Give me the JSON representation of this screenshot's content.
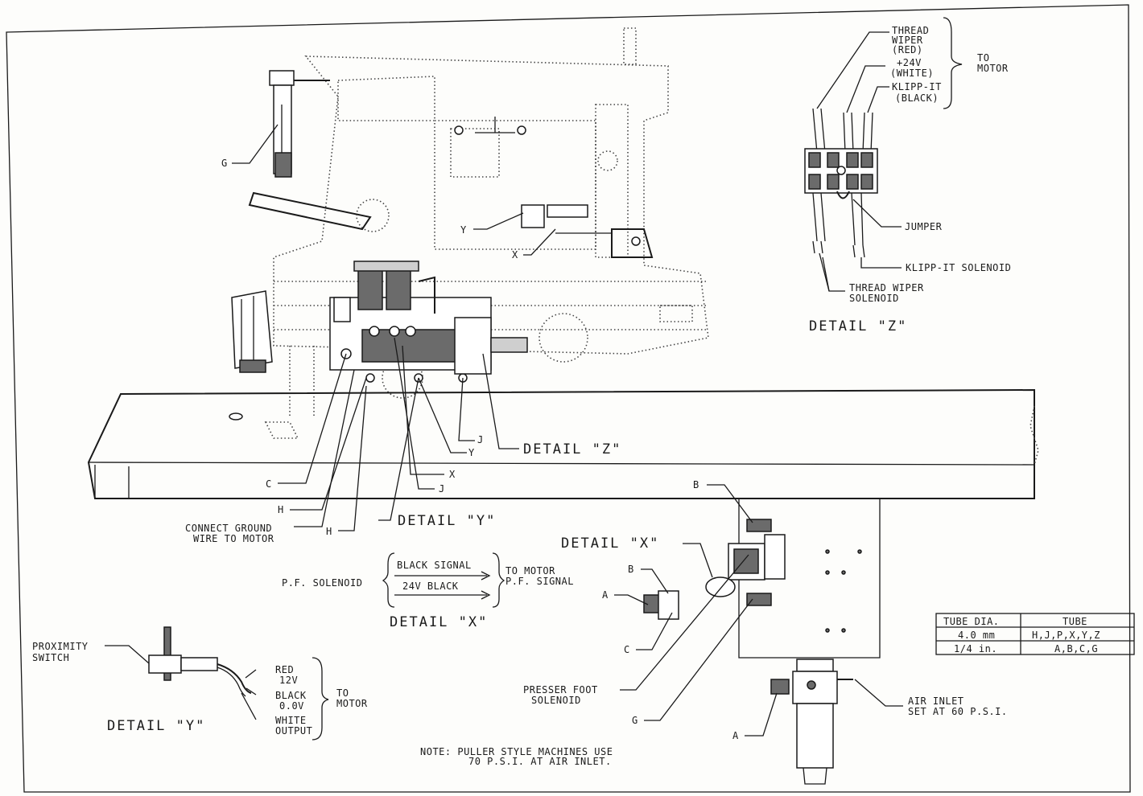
{
  "diagram": {
    "parts": {
      "G": "G",
      "Y": "Y",
      "X": "X",
      "C": "C",
      "H": "H",
      "J": "J",
      "B": "B",
      "A": "A"
    },
    "main_labels": {
      "connect_ground": [
        "CONNECT GROUND",
        "WIRE TO MOTOR"
      ],
      "detail_z_callout": "DETAIL \"Z\"",
      "detail_y_callout": "DETAIL \"Y\"",
      "detail_x_callout": "DETAIL \"X\""
    },
    "detail_z": {
      "title": "DETAIL \"Z\"",
      "wires": [
        "THREAD",
        "WIPER",
        "(RED)",
        "+24V",
        "(WHITE)",
        "KLIPP-IT",
        "(BLACK)"
      ],
      "to_motor": [
        "TO",
        "MOTOR"
      ],
      "jumper": "JUMPER",
      "klipp_it_solenoid": "KLIPP-IT SOLENOID",
      "thread_wiper_solenoid": [
        "THREAD WIPER",
        "SOLENOID"
      ]
    },
    "detail_x": {
      "title": "DETAIL \"X\"",
      "pf_solenoid": "P.F. SOLENOID",
      "black_signal": "BLACK SIGNAL",
      "black_24v": "24V BLACK",
      "to_motor": [
        "TO MOTOR",
        "P.F. SIGNAL"
      ]
    },
    "detail_y": {
      "title": "DETAIL \"Y\"",
      "proximity_switch": [
        "PROXIMITY",
        "SWITCH"
      ],
      "wires": [
        "RED",
        "12V",
        "BLACK",
        "0.0V",
        "WHITE",
        "OUTPUT"
      ],
      "to_motor": [
        "TO",
        "MOTOR"
      ]
    },
    "pneumatics": {
      "presser_foot": [
        "PRESSER FOOT",
        "SOLENOID"
      ],
      "air_inlet": [
        "AIR INLET",
        "SET AT 60 P.S.I."
      ],
      "note": [
        "NOTE: PULLER STYLE MACHINES USE",
        "70 P.S.I. AT AIR INLET."
      ]
    },
    "tube_table": {
      "headers": [
        "TUBE DIA.",
        "TUBE"
      ],
      "rows": [
        [
          "4.0 mm",
          "H,J,P,X,Y,Z"
        ],
        [
          "1/4 in.",
          "A,B,C,G"
        ]
      ]
    }
  }
}
